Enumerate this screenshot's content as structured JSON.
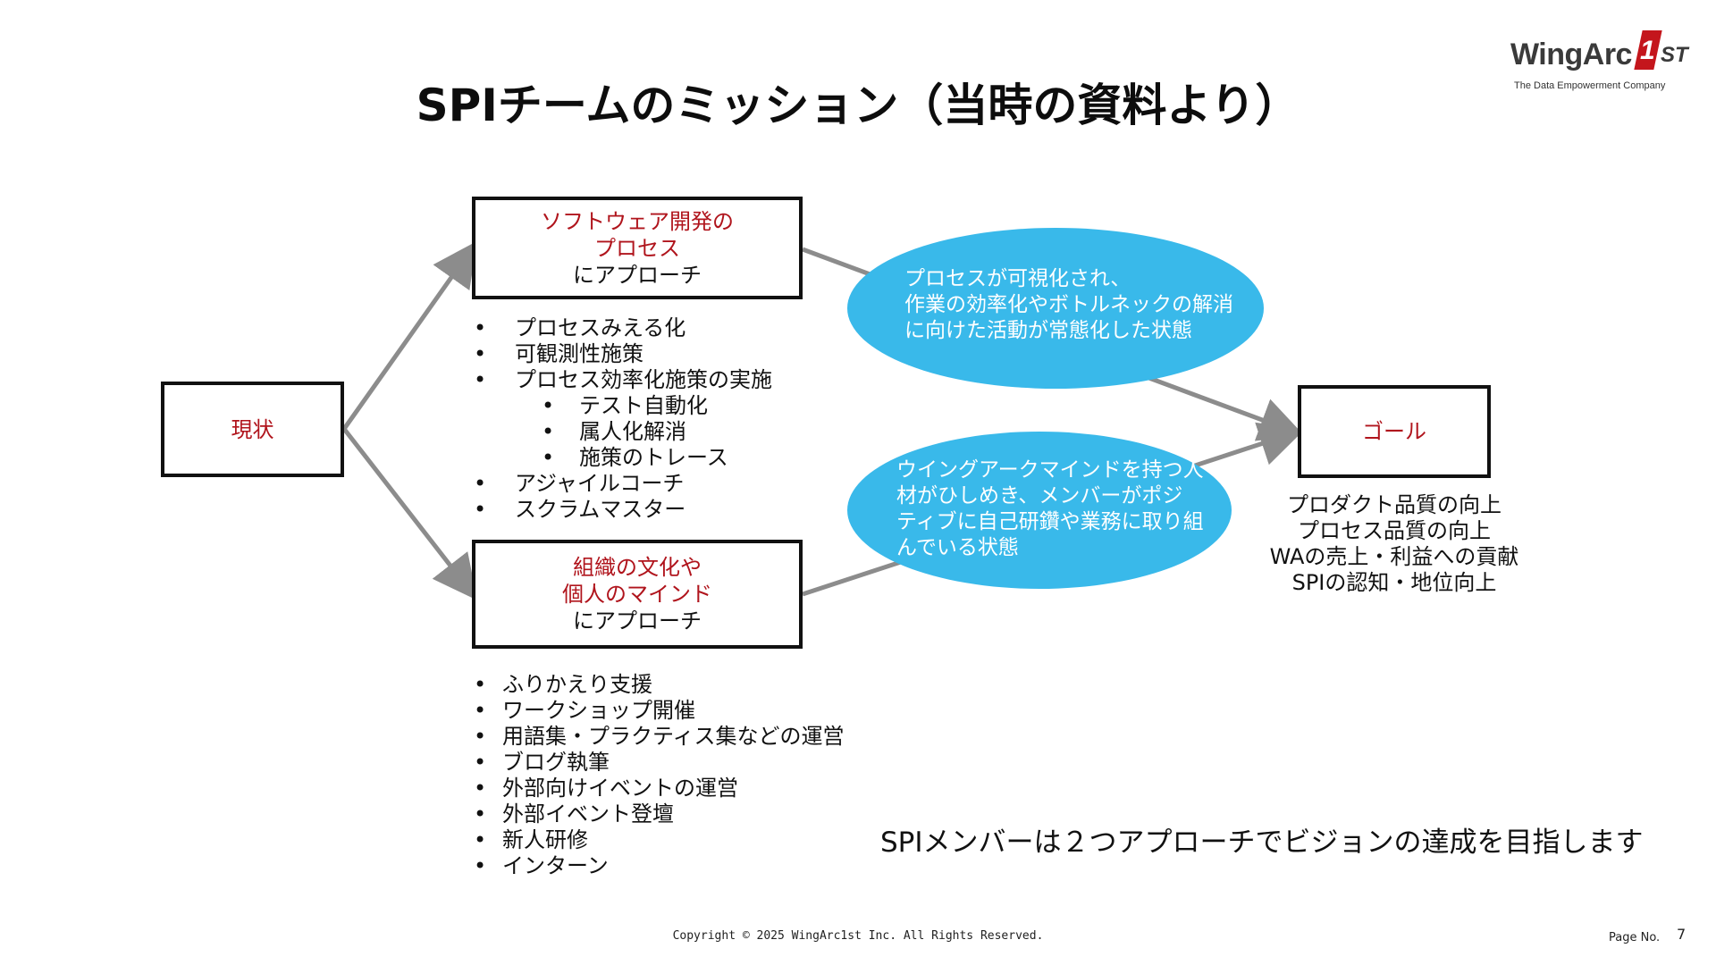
{
  "title": "SPIチームのミッション（当時の資料より）",
  "logo": {
    "name": "WingArc",
    "mark": "1",
    "suffix": "ST",
    "tagline": "The Data Empowerment Company"
  },
  "current": {
    "label": "現状"
  },
  "process_box": {
    "line1": "ソフトウェア開発の",
    "line2": "プロセス",
    "line3": "にアプローチ"
  },
  "process_items": [
    {
      "text": "プロセスみえる化",
      "level": 1
    },
    {
      "text": "可観測性施策",
      "level": 1
    },
    {
      "text": "プロセス効率化施策の実施",
      "level": 1
    },
    {
      "text": "テスト自動化",
      "level": 2
    },
    {
      "text": "属人化解消",
      "level": 2
    },
    {
      "text": "施策のトレース",
      "level": 2
    },
    {
      "text": "アジャイルコーチ",
      "level": 1
    },
    {
      "text": "スクラムマスター",
      "level": 1
    }
  ],
  "org_box": {
    "line1": "組織の文化や",
    "line2": "個人のマインド",
    "line3": "にアプローチ"
  },
  "org_items": [
    "ふりかえり支援",
    "ワークショップ開催",
    "用語集・プラクティス集などの運営",
    "ブログ執筆",
    "外部向けイベントの運営",
    "外部イベント登壇",
    "新人研修",
    "インターン"
  ],
  "ellipse_top": "プロセスが可視化され、\n作業の効率化やボトルネックの解消\nに向けた活動が常態化した状態",
  "ellipse_bottom": "ウイングアークマインドを持つ人\n材がひしめき、メンバーがポジ\nティブに自己研鑽や業務に取り組\nんでいる状態",
  "goal": {
    "label": "ゴール"
  },
  "goal_items": [
    "プロダクト品質の向上",
    "プロセス品質の向上",
    "WAの売上・利益への貢献",
    "SPIの認知・地位向上"
  ],
  "bottom_message": "SPIメンバーは２つアプローチでビジョンの達成を目指します",
  "footer": {
    "copyright": "Copyright © 2025 WingArc1st Inc.  All Rights Reserved.",
    "page_label": "Page No.",
    "page_number": "7"
  },
  "colors": {
    "accent_red": "#b0141c",
    "ellipse_blue": "#39b9ea",
    "arrow_gray": "#8c8c8c"
  }
}
